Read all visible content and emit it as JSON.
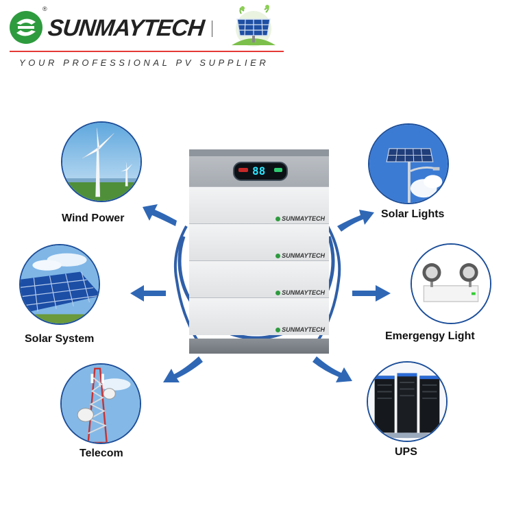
{
  "header": {
    "brand": "SUNMAYTECH",
    "registered": "®",
    "separator": "/",
    "tagline": "YOUR PROFESSIONAL PV SUPPLIER"
  },
  "battery": {
    "display_value": "88",
    "module_logo": "SUNMAYTECH",
    "module_count": 4
  },
  "applications": [
    {
      "label": "Wind Power"
    },
    {
      "label": "Solar System"
    },
    {
      "label": "Telecom"
    },
    {
      "label": "Solar Lights"
    },
    {
      "label": "Emergengy Light"
    },
    {
      "label": "UPS"
    }
  ],
  "colors": {
    "arrow": "#2f67b5",
    "ring": "#2f5fa8",
    "circle_border": "#1d4f9a",
    "logo_green": "#2e9b3e",
    "header_rule": "#e53935"
  },
  "icons": {
    "logo": "sunmaytech-logo-icon",
    "header_image": "solar-panel-icon"
  }
}
